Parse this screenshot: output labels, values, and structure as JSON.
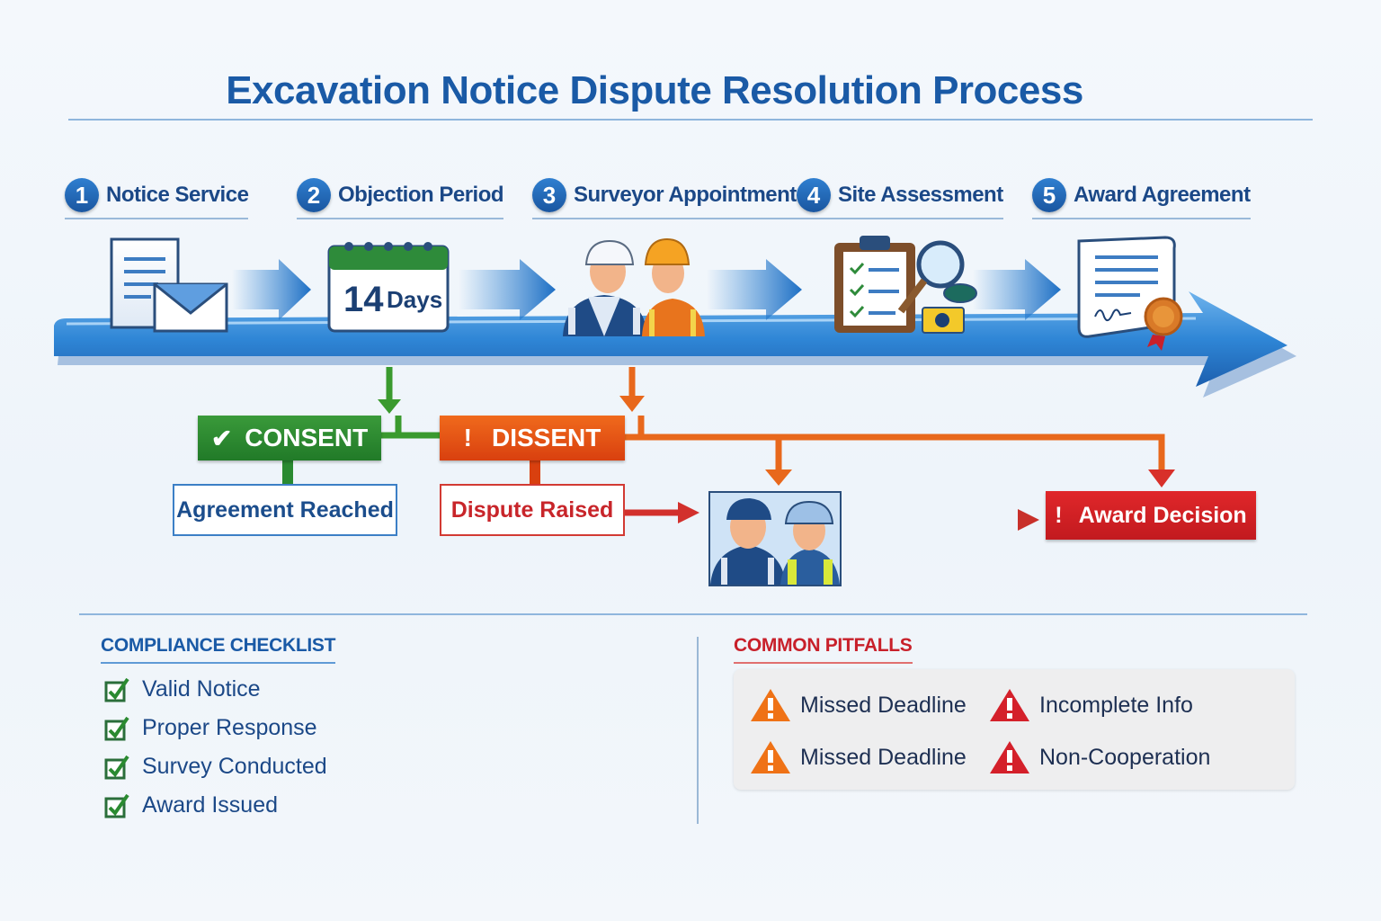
{
  "title": "Excavation Notice Dispute Resolution Process",
  "steps": [
    {
      "num": "1",
      "label": "Notice Service",
      "icon": "notice-envelope-icon"
    },
    {
      "num": "2",
      "label": "Objection Period",
      "icon": "calendar-icon"
    },
    {
      "num": "3",
      "label": "Surveyor Appointment",
      "icon": "surveyors-icon"
    },
    {
      "num": "4",
      "label": "Site Assessment",
      "icon": "clipboard-magnifier-icon"
    },
    {
      "num": "5",
      "label": "Award Agreement",
      "icon": "signed-award-icon"
    }
  ],
  "calendar_text": {
    "number": "14",
    "unit": "Days"
  },
  "outcomes": {
    "consent": {
      "mark": "✔",
      "label": "CONSENT",
      "result": "Agreement Reached"
    },
    "dissent": {
      "mark": "!",
      "label": "DISSENT",
      "result": "Dispute Raised"
    },
    "award": {
      "mark": "!",
      "label": "Award Decision"
    }
  },
  "checklist": {
    "heading": "COMPLIANCE CHECKLIST",
    "items": [
      "Valid Notice",
      "Proper Response",
      "Survey Conducted",
      "Award Issued"
    ]
  },
  "pitfalls": {
    "heading": "COMMON PITFALLS",
    "items": [
      "Missed Deadline",
      "Incomplete Info",
      "Missed Deadline",
      "Non-Cooperation"
    ],
    "colors": [
      "#ef7216",
      "#d4202a",
      "#ef7216",
      "#d4202a"
    ]
  },
  "colors": {
    "primary": "#1a5aa6",
    "consent": "#2a8a30",
    "dissent": "#e8541a",
    "award": "#c8202a"
  }
}
